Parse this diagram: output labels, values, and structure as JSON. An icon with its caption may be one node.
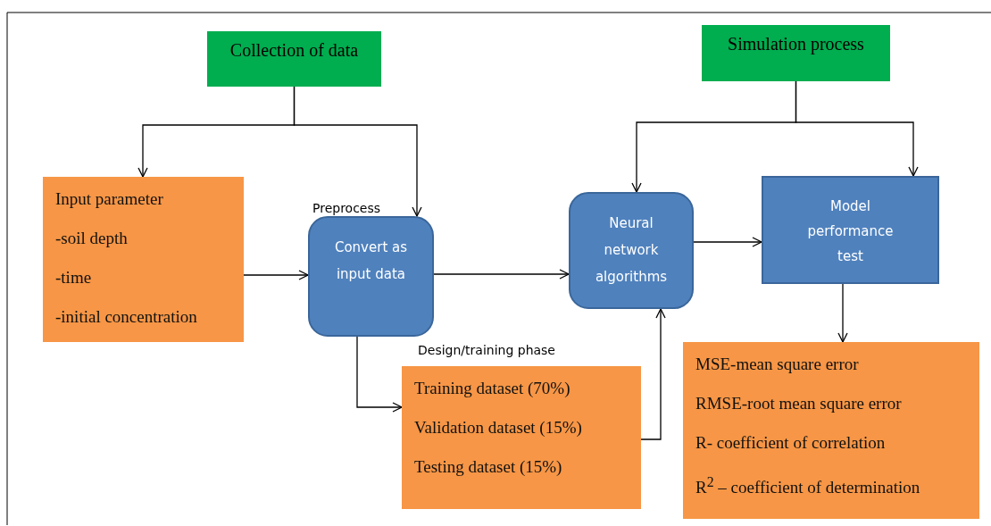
{
  "diagram": {
    "nodes": [
      {
        "text": [
          "Collection of data"
        ]
      },
      {
        "text": [
          "Input parameter",
          "-soil depth",
          "-time",
          "-initial concentration"
        ]
      },
      {
        "text": [
          "Convert as input data"
        ],
        "beside": [
          "Preprocess"
        ]
      },
      {
        "text": [
          "Training dataset (70%)",
          "Validation dataset (15%)",
          "Testing dataset (15%)"
        ],
        "beside": [
          "Design/training phase"
        ]
      },
      {
        "text": [
          "Simulation process"
        ]
      },
      {
        "text": [
          "Neural network algorithms"
        ]
      },
      {
        "text": [
          "Model performance test"
        ]
      },
      {
        "text": [
          "MSE-mean square error",
          "RMSE-root mean square error",
          "R- coefficient of correlation",
          "R$^{2}$ – coefficient of determination"
        ]
      }
    ],
    "edges": [
      {
        "from": 0,
        "to": 1,
        "arrow": "to"
      },
      {
        "from": 0,
        "to": 2,
        "arrow": "to"
      },
      {
        "from": 1,
        "to": 2,
        "arrow": "to"
      },
      {
        "from": 2,
        "to": 5,
        "arrow": "to"
      },
      {
        "from": 2,
        "to": 3,
        "arrow": "to"
      },
      {
        "from": 3,
        "to": 5,
        "arrow": "to"
      },
      {
        "from": 4,
        "to": 5,
        "arrow": "to"
      },
      {
        "from": 4,
        "to": 6,
        "arrow": "to"
      },
      {
        "from": 5,
        "to": 6,
        "arrow": "to"
      },
      {
        "from": 6,
        "to": 7,
        "arrow": "to"
      }
    ]
  }
}
